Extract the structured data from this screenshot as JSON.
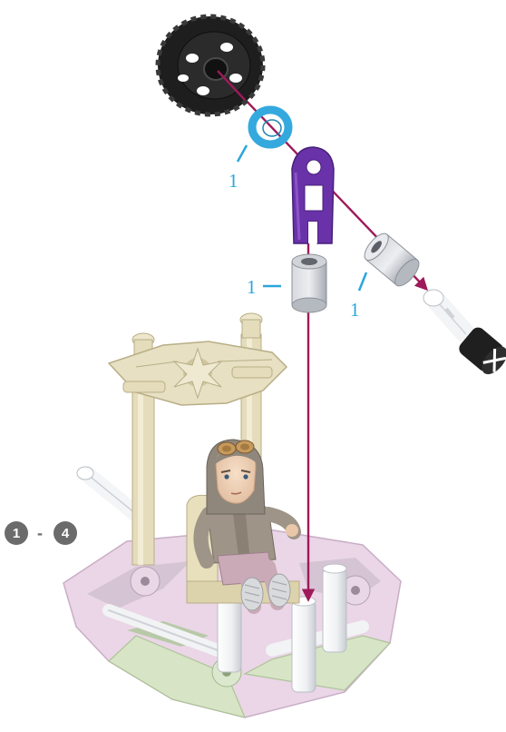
{
  "callouts": {
    "ring_qty": "1",
    "spacer_qty": "1",
    "tube_qty": "1"
  },
  "steps": {
    "from": "1",
    "separator": "-",
    "to": "4"
  },
  "colors": {
    "assembly_line": "#9e1a5a",
    "count_label": "#2aa6dc",
    "tire": "#1e1e1e",
    "blue_ring": "#34a9de",
    "purple_clip": "#6a32a8",
    "grey_spacer": "#b9bcc3",
    "tan_frame": "#e4dcbb",
    "green_base": "#d7e5c6",
    "pink_base": "#ead6e6"
  },
  "icons": [
    "tire-icon",
    "blue-ring-icon",
    "purple-clip-icon",
    "grey-spacer-icon",
    "silver-spacer-icon",
    "rod-icon",
    "end-cap-icon",
    "figure-icon",
    "swing-frame-icon",
    "base-plate-icon"
  ]
}
